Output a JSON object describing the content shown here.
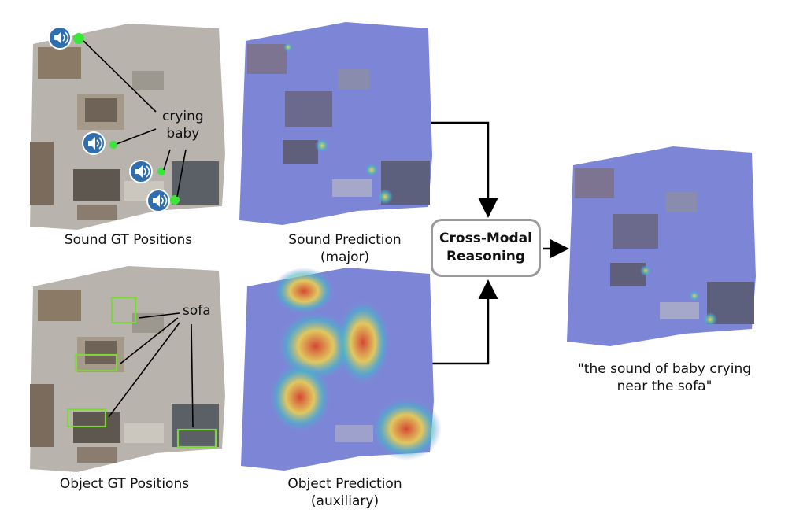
{
  "panels": {
    "sound_gt": {
      "caption": "Sound GT Positions"
    },
    "object_gt": {
      "caption": "Object GT Positions"
    },
    "sound_pred": {
      "caption_line1": "Sound Prediction",
      "caption_line2": "(major)"
    },
    "object_pred": {
      "caption_line1": "Object Prediction",
      "caption_line2": "(auxiliary)"
    },
    "final": {
      "caption_line1": "\"the sound of baby crying",
      "caption_line2": "near the sofa\""
    }
  },
  "annotations": {
    "crying_line1": "crying",
    "crying_line2": "baby",
    "sofa": "sofa"
  },
  "reasoning_box": {
    "line1": "Cross-Modal",
    "line2": "Reasoning"
  },
  "colors": {
    "sound_marker": "#2f6fb0",
    "gt_point": "#39e639",
    "gt_box": "#7dd63a",
    "pred_tint": "#7d86d6",
    "heat_hot": "#d9432b",
    "heat_mid": "#f2d34a",
    "heat_cool": "#41b8c9"
  },
  "icons": [
    "speaker-icon"
  ]
}
